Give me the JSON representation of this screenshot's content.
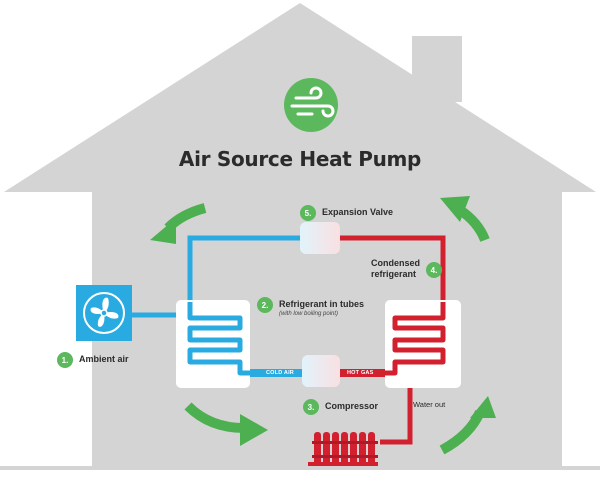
{
  "title": "Air Source Heat Pump",
  "colors": {
    "house": "#d4d4d4",
    "cold": "#29abe2",
    "hot": "#d2202f",
    "accent_green": "#5cb85c",
    "arrow_green": "#4caf50"
  },
  "icons": {
    "header": "wind-icon",
    "fan": "fan-icon",
    "radiator": "radiator-icon"
  },
  "steps": [
    {
      "number": "1.",
      "label": "Ambient air",
      "sub": ""
    },
    {
      "number": "2.",
      "label": "Refrigerant in tubes",
      "sub": "(with low boiling point)"
    },
    {
      "number": "3.",
      "label": "Compressor",
      "sub": ""
    },
    {
      "number": "4.",
      "label": "Condensed\nrefrigerant",
      "sub": ""
    },
    {
      "number": "5.",
      "label": "Expansion Valve",
      "sub": ""
    }
  ],
  "pipe_labels": {
    "cold": "COLD AIR",
    "hot": "HOT GAS"
  },
  "water_out": "Water out"
}
